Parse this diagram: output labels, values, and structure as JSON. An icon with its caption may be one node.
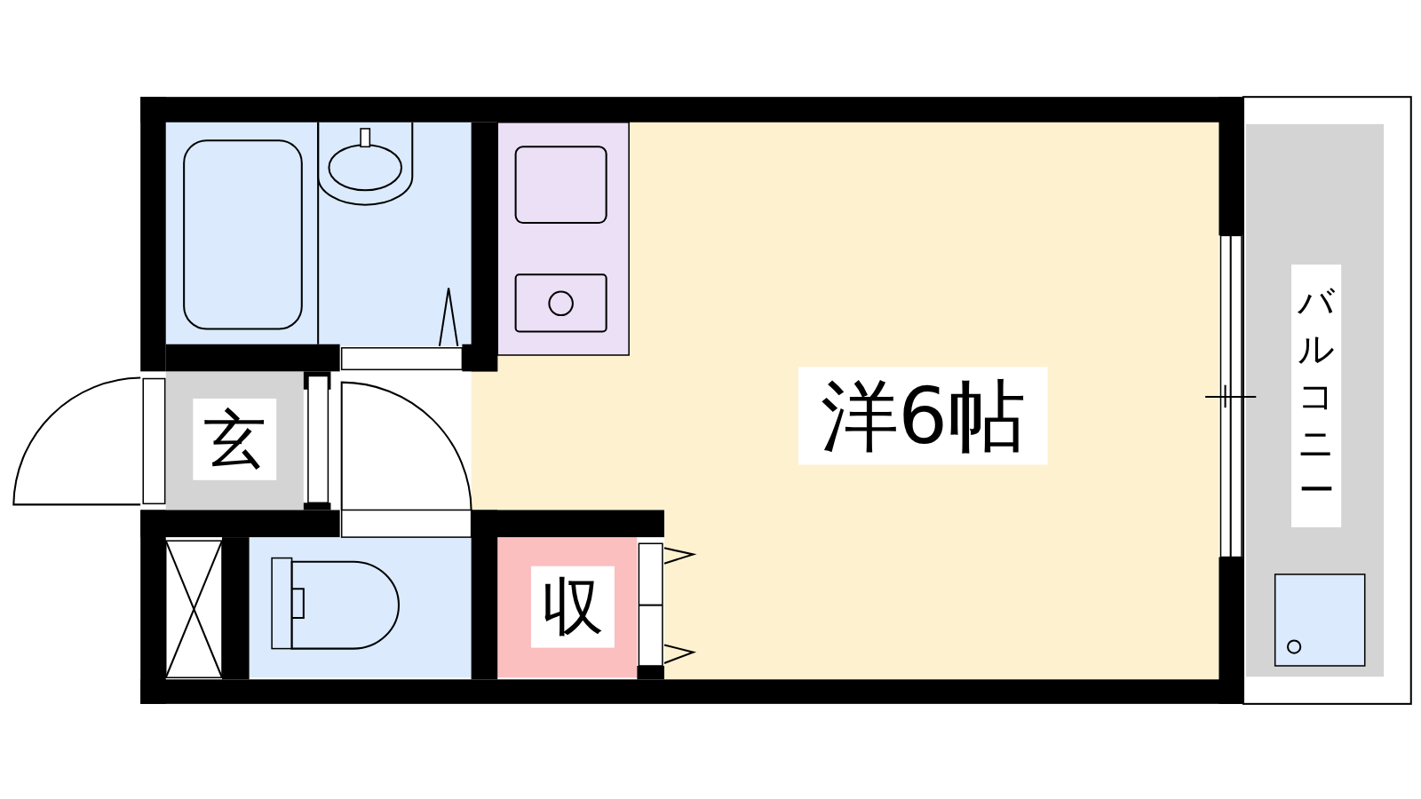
{
  "diagram": {
    "nodes": [
      {
        "text": [
          "洋6帖"
        ]
      },
      {
        "text": [
          "玄"
        ]
      },
      {
        "text": [
          "収"
        ]
      },
      {
        "text": [
          "バルコニー"
        ]
      }
    ]
  }
}
